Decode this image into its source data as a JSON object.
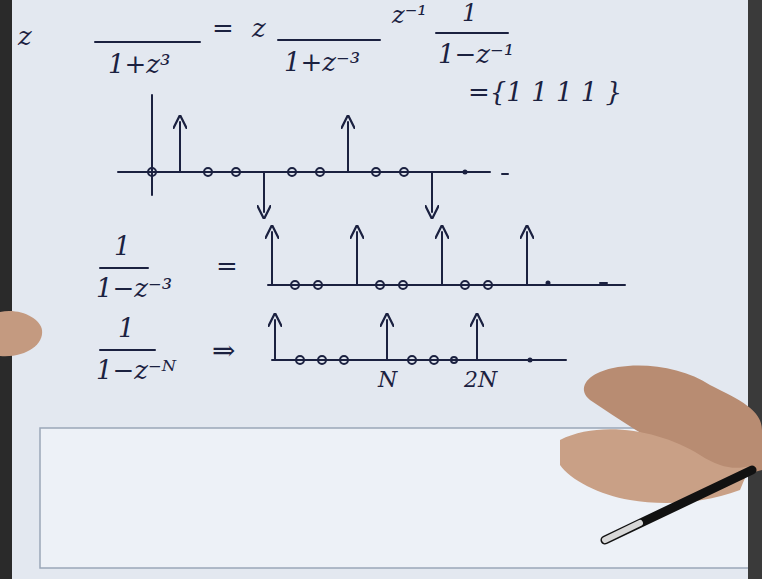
{
  "diagram": {
    "labels": [
      "z",
      "1+z³",
      "=",
      "z",
      "1+z⁻³",
      "z⁻¹",
      "1",
      "1−z⁻¹",
      "={1 1 1 1 }",
      "1",
      "1−z⁻³",
      "=",
      "1",
      "1−z⁻ᴺ",
      "⇒",
      "N",
      "2N"
    ]
  }
}
